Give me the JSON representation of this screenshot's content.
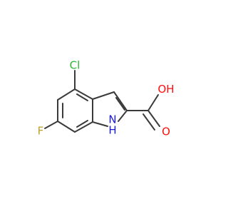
{
  "molecule": {
    "atoms": {
      "cl": {
        "text": "Cl",
        "color": "#2db52d"
      },
      "f": {
        "text": "F",
        "color": "#c09f2b"
      },
      "o_carbonyl": {
        "text": "O",
        "color": "#ff0d0d"
      },
      "oh": {
        "text": "OH",
        "color": "#ff0d0d"
      },
      "oh_o": {
        "text": "O",
        "color": "#ff0d0d"
      },
      "oh_h": {
        "text": "H",
        "color": "#ff0d0d"
      },
      "n": {
        "text": "N",
        "color": "#1919d0"
      },
      "nh_h": {
        "text": "H",
        "color": "#1919d0"
      }
    },
    "bond_color": "#3a3a3a"
  }
}
